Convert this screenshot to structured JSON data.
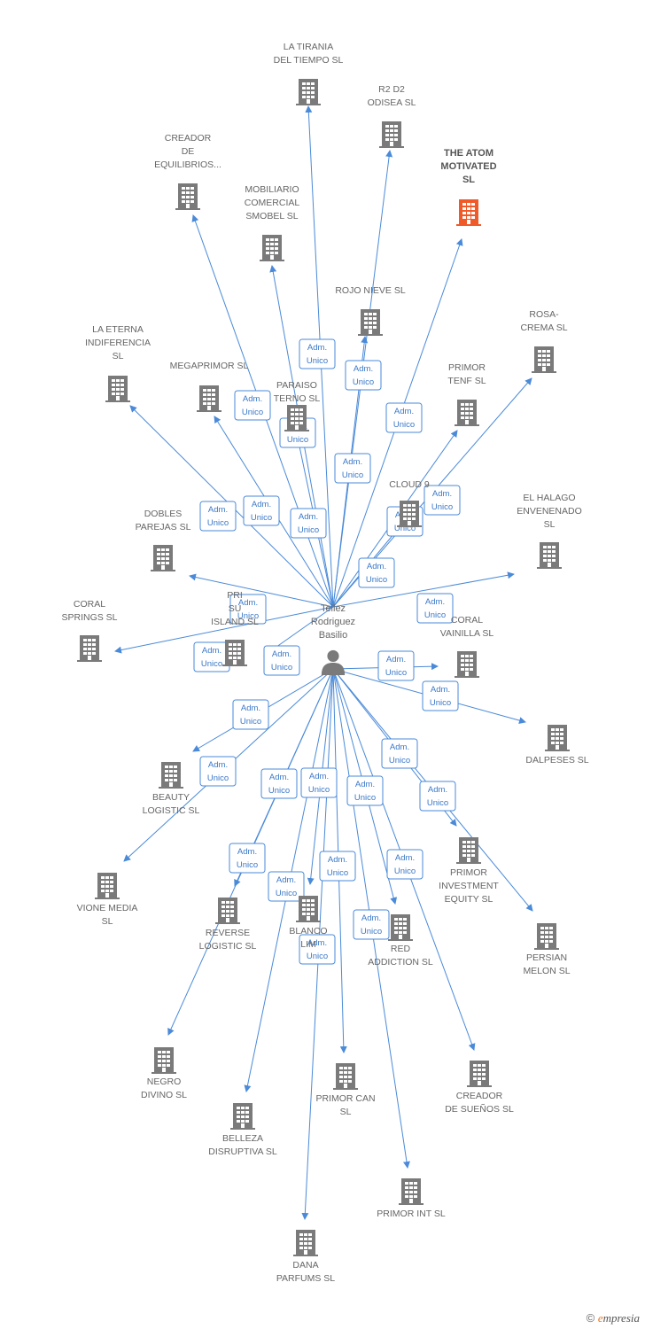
{
  "person": {
    "name_lines": [
      "Tellez",
      "Rodriguez",
      "Basilio"
    ],
    "icon": "person-icon"
  },
  "badge_lines": [
    "Adm.",
    "Unico"
  ],
  "colors": {
    "edge": "#4a8ad8",
    "building": "#7a7a7a",
    "highlight": "#f05a28"
  },
  "companies": [
    {
      "id": "la-tirania",
      "lines": [
        "LA TIRANIA",
        "DEL TIEMPO  SL"
      ],
      "highlight": false
    },
    {
      "id": "r2d2",
      "lines": [
        "R2 D2",
        "ODISEA  SL"
      ],
      "highlight": false
    },
    {
      "id": "the-atom",
      "lines": [
        "THE ATOM",
        "MOTIVATED",
        "SL"
      ],
      "highlight": true
    },
    {
      "id": "creador-equilibrios",
      "lines": [
        "CREADOR",
        "DE",
        "EQUILIBRIOS..."
      ],
      "highlight": false
    },
    {
      "id": "mobiliario",
      "lines": [
        "MOBILIARIO",
        "COMERCIAL",
        "SMOBEL  SL"
      ],
      "highlight": false
    },
    {
      "id": "rojo-nieve",
      "lines": [
        "ROJO NIEVE SL"
      ],
      "highlight": false
    },
    {
      "id": "rosa-crema",
      "lines": [
        "ROSA-",
        "CREMA SL"
      ],
      "highlight": false
    },
    {
      "id": "la-eterna",
      "lines": [
        "LA ETERNA",
        "INDIFERENCIA",
        "SL"
      ],
      "highlight": false
    },
    {
      "id": "megaprimor",
      "lines": [
        "MEGAPRIMOR SL"
      ],
      "highlight": false
    },
    {
      "id": "paraiso",
      "lines": [
        "PARAISO",
        "TERNO  SL"
      ],
      "highlight": false
    },
    {
      "id": "primor-tenf",
      "lines": [
        "PRIMOR",
        "TENF  SL"
      ],
      "highlight": false
    },
    {
      "id": "cloud9",
      "lines": [
        "CLOUD 9"
      ],
      "highlight": false
    },
    {
      "id": "el-halago",
      "lines": [
        "EL HALAGO",
        "ENVENENADO",
        "SL"
      ],
      "highlight": false
    },
    {
      "id": "dobles-parejas",
      "lines": [
        "DOBLES",
        "PAREJAS SL"
      ],
      "highlight": false
    },
    {
      "id": "primor-sun",
      "lines": [
        "PRI",
        "SU",
        "ISLAND  SL"
      ],
      "highlight": false
    },
    {
      "id": "coral-springs",
      "lines": [
        "CORAL",
        "SPRINGS SL"
      ],
      "highlight": false
    },
    {
      "id": "coral-vainilla",
      "lines": [
        "CORAL",
        "VAINILLA SL"
      ],
      "highlight": false
    },
    {
      "id": "dalpeses",
      "lines": [
        "DALPESES SL"
      ],
      "highlight": false
    },
    {
      "id": "beauty-logistic",
      "lines": [
        "BEAUTY",
        "LOGISTIC  SL"
      ],
      "highlight": false
    },
    {
      "id": "vione-media",
      "lines": [
        "VIONE MEDIA",
        "SL"
      ],
      "highlight": false
    },
    {
      "id": "primor-investment",
      "lines": [
        "PRIMOR",
        "INVESTMENT",
        "EQUITY  SL"
      ],
      "highlight": false
    },
    {
      "id": "persian-melon",
      "lines": [
        "PERSIAN",
        "MELON SL"
      ],
      "highlight": false
    },
    {
      "id": "reverse-logistic",
      "lines": [
        "REVERSE",
        "LOGISTIC  SL"
      ],
      "highlight": false
    },
    {
      "id": "blanco-lim",
      "lines": [
        "BLANCO",
        "LIM"
      ],
      "highlight": false
    },
    {
      "id": "red-addiction",
      "lines": [
        "RED",
        "ADDICTION  SL"
      ],
      "highlight": false
    },
    {
      "id": "negro-divino",
      "lines": [
        "NEGRO",
        "DIVINO SL"
      ],
      "highlight": false
    },
    {
      "id": "primor-can",
      "lines": [
        "PRIMOR CAN",
        "SL"
      ],
      "highlight": false
    },
    {
      "id": "creador-suenos",
      "lines": [
        "CREADOR",
        "DE SUEÑOS  SL"
      ],
      "highlight": false
    },
    {
      "id": "belleza",
      "lines": [
        "BELLEZA",
        "DISRUPTIVA  SL"
      ],
      "highlight": false
    },
    {
      "id": "primor-int",
      "lines": [
        "PRIMOR INT  SL"
      ],
      "highlight": false
    },
    {
      "id": "dana-parfums",
      "lines": [
        "DANA",
        "PARFUMS  SL"
      ],
      "highlight": false
    }
  ],
  "footer": {
    "copyright": "©",
    "brand_first": "e",
    "brand_rest": "mpresia"
  }
}
